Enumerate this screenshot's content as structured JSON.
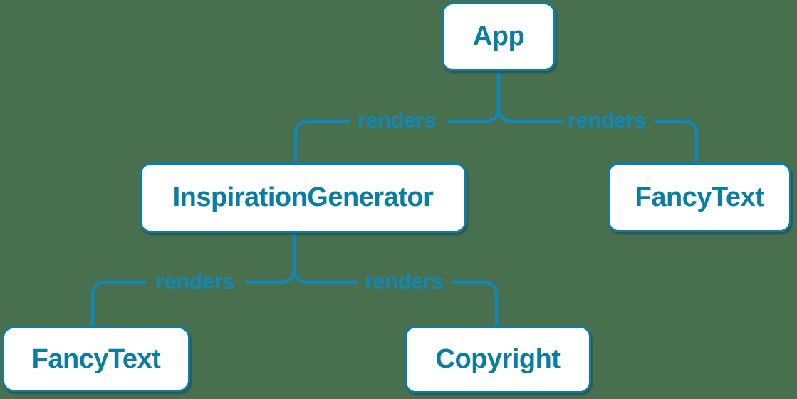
{
  "nodes": {
    "app": {
      "label": "App"
    },
    "inspiration_generator": {
      "label": "InspirationGenerator"
    },
    "fancy_text_top": {
      "label": "FancyText"
    },
    "fancy_text_bottom": {
      "label": "FancyText"
    },
    "copyright": {
      "label": "Copyright"
    }
  },
  "edges": [
    {
      "from": "App",
      "to": "InspirationGenerator",
      "label": "renders"
    },
    {
      "from": "App",
      "to": "FancyText",
      "label": "renders"
    },
    {
      "from": "InspirationGenerator",
      "to": "FancyText",
      "label": "renders"
    },
    {
      "from": "InspirationGenerator",
      "to": "Copyright",
      "label": "renders"
    }
  ],
  "colors": {
    "background": "#48704f",
    "node_fill": "#ffffff",
    "node_border": "#097ea6",
    "node_text": "#087ea4",
    "connector": "#1287b5",
    "edge_label": "#1287b5"
  }
}
